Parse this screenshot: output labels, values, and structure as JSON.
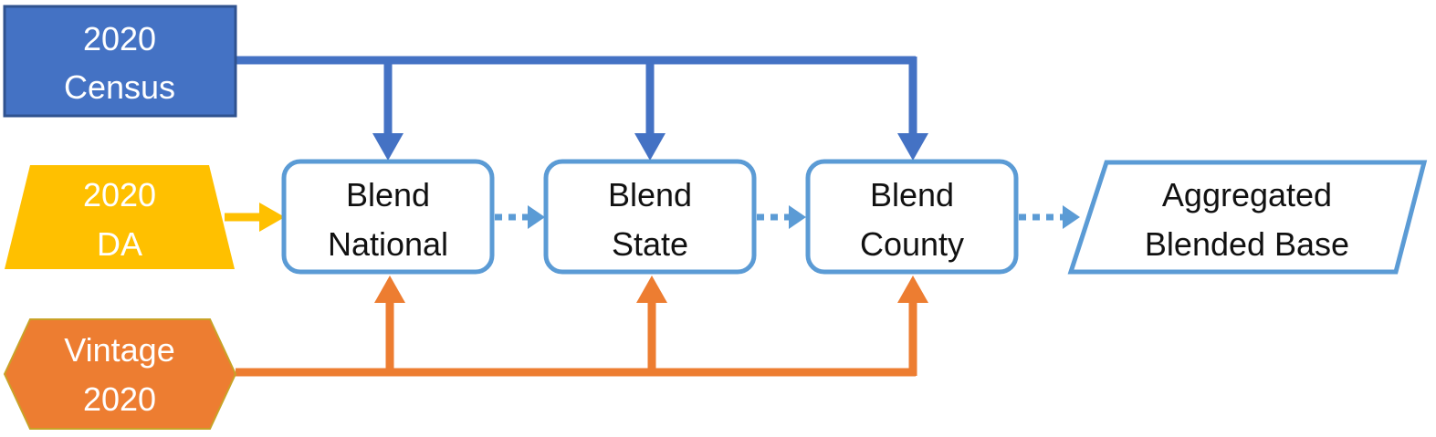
{
  "colors": {
    "census": "#4472C4",
    "census_border": "#2F528F",
    "da": "#FFC000",
    "vintage": "#ED7D31",
    "vintage_border": "#C9A227",
    "process_border": "#5B9BD5",
    "text_dark": "#111111",
    "text_light": "#FFFFFF"
  },
  "inputs": {
    "census": {
      "line1": "2020",
      "line2": "Census"
    },
    "da": {
      "line1": "2020",
      "line2": "DA"
    },
    "vintage": {
      "line1": "Vintage",
      "line2": "2020"
    }
  },
  "steps": [
    {
      "line1": "Blend",
      "line2": "National"
    },
    {
      "line1": "Blend",
      "line2": "State"
    },
    {
      "line1": "Blend",
      "line2": "County"
    }
  ],
  "output": {
    "line1": "Aggregated",
    "line2": "Blended Base"
  }
}
